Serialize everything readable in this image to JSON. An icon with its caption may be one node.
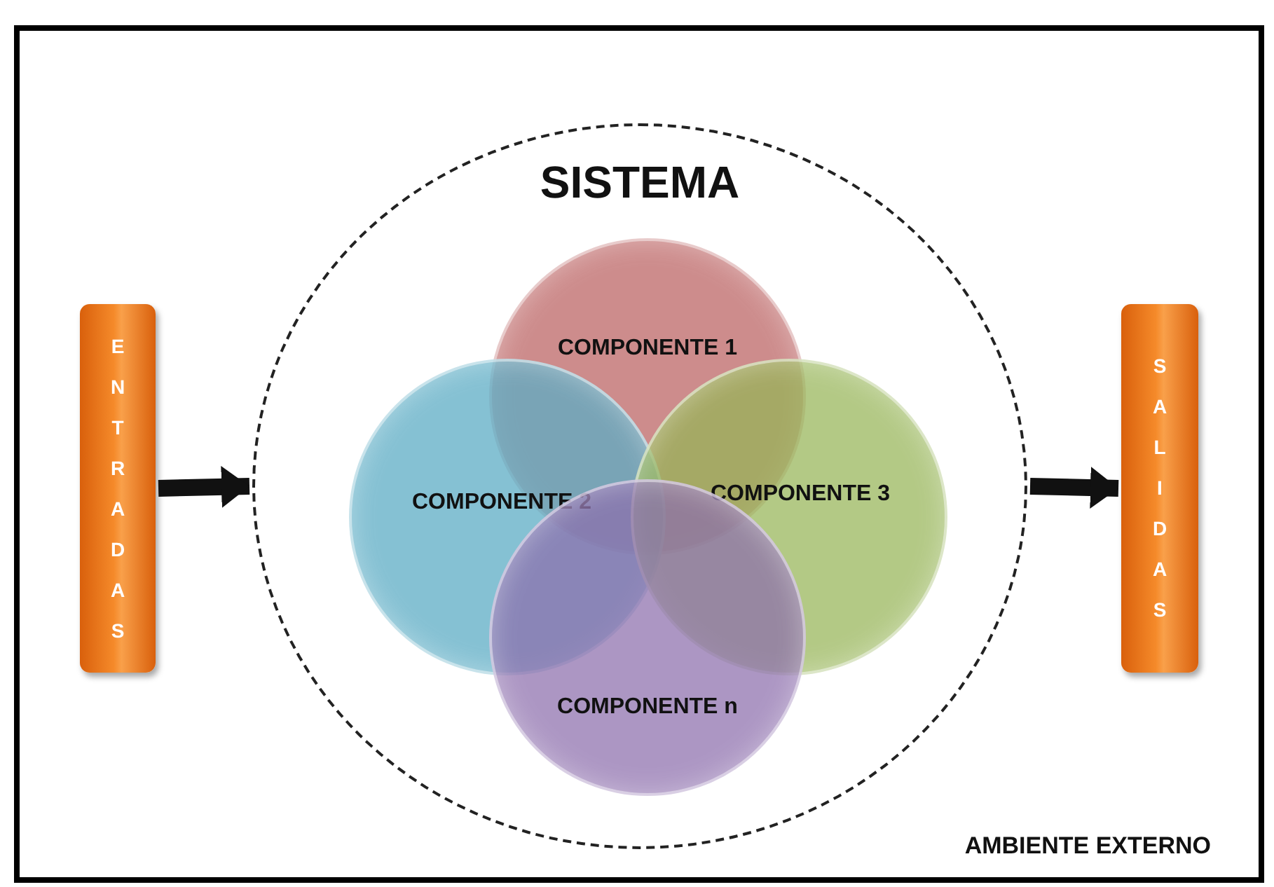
{
  "diagram": {
    "nodes": [
      {
        "text": [
          "AMBIENTE EXTERNO"
        ]
      },
      {
        "text": [
          "ENTRADAS"
        ],
        "in": 0
      },
      {
        "text": [
          "SISTEMA"
        ],
        "in": 0
      },
      {
        "text": [
          "COMPONENTE 1"
        ],
        "in": 2
      },
      {
        "text": [
          "COMPONENTE 2"
        ],
        "in": 2
      },
      {
        "text": [
          "COMPONENTE 3"
        ],
        "in": 2
      },
      {
        "text": [
          "COMPONENTE n"
        ],
        "in": 2
      },
      {
        "text": [
          "SALIDAS"
        ],
        "in": 0
      }
    ],
    "edges": [
      {
        "from": 1,
        "to": 2,
        "arrow": "to"
      },
      {
        "from": 2,
        "to": 7,
        "arrow": "to"
      }
    ]
  }
}
